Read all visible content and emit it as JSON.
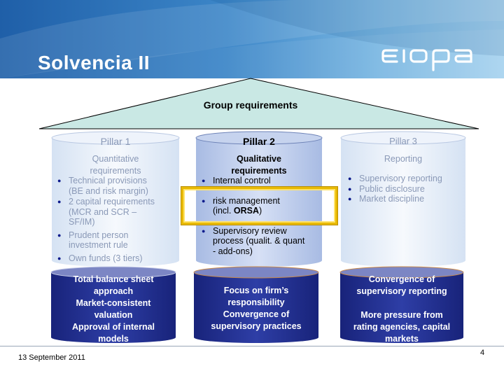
{
  "slide": {
    "title": "Solvencia II",
    "logo_text": "eiopa",
    "roof_label": "Group requirements",
    "footer_date": "13 September 2011",
    "page_number": "4"
  },
  "pillars": [
    {
      "name": "Pillar 1",
      "subtitle_line1": "Quantitative",
      "subtitle_line2": "requirements",
      "items": [
        [
          "Technical provisions",
          "(BE and risk margin)"
        ],
        [
          "2 capital requirements",
          "(MCR and SCR –",
          "SF/IM)"
        ],
        [
          "Prudent person",
          "investment rule"
        ],
        [
          "Own funds (3 tiers)"
        ]
      ],
      "base_lines": [
        "Total balance sheet",
        "approach",
        "Market-consistent",
        "valuation",
        "Approval of internal",
        "models"
      ]
    },
    {
      "name": "Pillar 2",
      "subtitle_line1": "Qualitative",
      "subtitle_line2": "requirements",
      "items": [
        [
          "Internal control"
        ],
        [
          "risk management",
          "(incl. "
        ],
        [
          "Supervisory review",
          "process (qualit. & quant",
          "- add-ons)"
        ]
      ],
      "orsa": "ORSA",
      "orsa_close": ")",
      "base_lines": [
        "Focus on firm’s",
        "responsibility",
        "Convergence of",
        "supervisory practices"
      ]
    },
    {
      "name": "Pillar 3",
      "subtitle_line1": "Reporting",
      "items": [
        [
          "Supervisory reporting"
        ],
        [
          "Public disclosure"
        ],
        [
          "Market discipline"
        ]
      ],
      "base_lines": [
        "Convergence of",
        "supervisory reporting",
        "",
        "More pressure from",
        "rating agencies, capital",
        "markets"
      ]
    }
  ],
  "colors": {
    "header_blue": "#1f5fa8",
    "roof_fill": "#c9e8e4",
    "pillar_light": "#eef3fb",
    "pillar_mid": "#c6d3ee",
    "base_blue": "#1d2b8c",
    "highlight": "#e8b900"
  }
}
